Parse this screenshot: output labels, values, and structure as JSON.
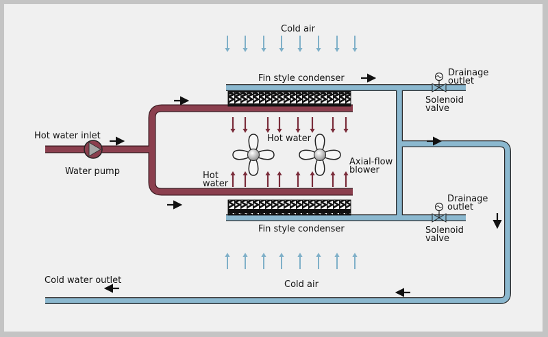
{
  "labels": {
    "cold_air_top": "Cold air",
    "cold_air_bottom": "Cold air",
    "fin_condenser_top": "Fin style condenser",
    "fin_condenser_bottom": "Fin style condenser",
    "drainage_top_line1": "Drainage",
    "drainage_top_line2": "outlet",
    "solenoid_top_line1": "Solenoid",
    "solenoid_top_line2": "valve",
    "drainage_bottom_line1": "Drainage",
    "drainage_bottom_line2": "outlet",
    "solenoid_bottom_line1": "Solenoid",
    "solenoid_bottom_line2": "valve",
    "hot_water_inlet": "Hot water inlet",
    "water_pump": "Water pump",
    "hot_water_center": "Hot water",
    "hot_water_left_line1": "Hot",
    "hot_water_left_line2": "water",
    "axial_blower_line1": "Axial-flow",
    "axial_blower_line2": "blower",
    "cold_water_outlet": "Cold water outlet"
  },
  "colors": {
    "hot_pipe": "#8b3f4e",
    "cold_pipe": "#8bb8cf",
    "hot_arrow": "#7a2c3a",
    "cold_arrow": "#7fb0c8",
    "flow_arrow": "#111111",
    "background": "#f0f0f0",
    "frame": "#c4c4c4"
  },
  "icons": [
    "water-pump-icon",
    "solenoid-valve-icon",
    "axial-fan-icon",
    "flow-arrow-icon",
    "air-arrow-icon",
    "fin-condenser-icon"
  ]
}
